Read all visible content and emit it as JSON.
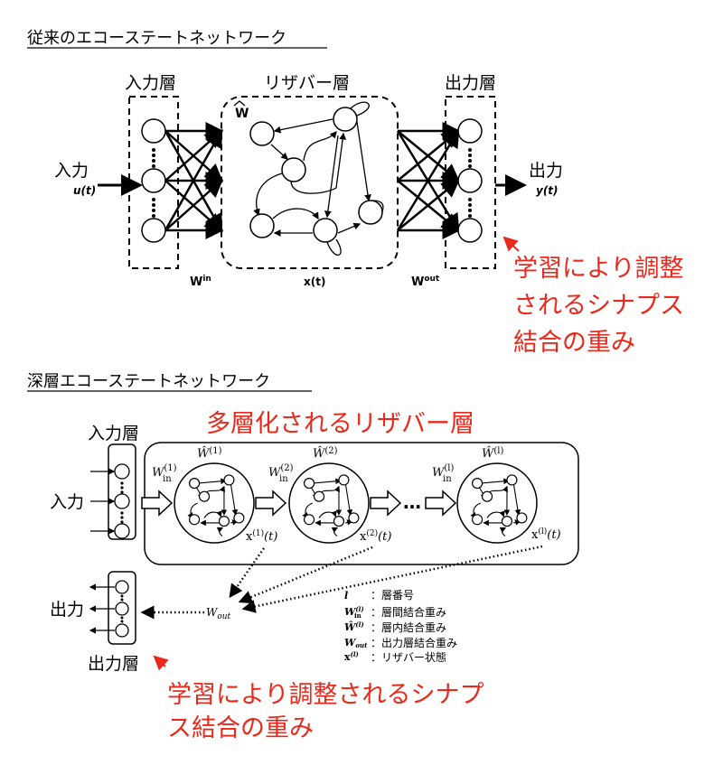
{
  "top": {
    "title": "従来のエコーステートネットワーク",
    "input_layer": "入力層",
    "reservoir_layer": "リザバー層",
    "output_layer": "出力層",
    "w_hat": "W",
    "input_label": "入力",
    "input_signal": "u(t)",
    "output_label": "出力",
    "output_signal": "y(t)",
    "w_in": {
      "base": "W",
      "sup": "in"
    },
    "state": "x(t)",
    "w_out": {
      "base": "W",
      "sup": "out"
    },
    "note_lines": [
      "学習により調整",
      "されるシナプス",
      "結合の重み"
    ]
  },
  "bottom": {
    "title": "深層エコーステートネットワーク",
    "multilayer_note": "多層化されるリザバー層",
    "input_layer": "入力層",
    "input_label": "入力",
    "output_label": "出力",
    "output_layer": "出力層",
    "layers": [
      {
        "w_hat": "Ŵ",
        "idx": "(1)",
        "w_in": "W",
        "in_sub": "in",
        "state": "x",
        "tail": "(t)"
      },
      {
        "w_hat": "Ŵ",
        "idx": "(2)",
        "w_in": "W",
        "in_sub": "in",
        "state": "x",
        "tail": "(t)"
      },
      {
        "w_hat": "Ŵ",
        "idx": "(l)",
        "w_in": "W",
        "in_sub": "in",
        "state": "x",
        "tail": "(t)"
      }
    ],
    "ellipsis": "…",
    "w_out": {
      "base": "W",
      "sub": "out"
    },
    "legend": [
      {
        "symbol": "l",
        "desc": "：層番号"
      },
      {
        "symbol": "W",
        "sup": "(l)",
        "sub": "in",
        "desc": "：層間結合重み"
      },
      {
        "symbol": "Ŵ",
        "sup": "(l)",
        "desc": "：層内結合重み"
      },
      {
        "symbol": "W",
        "sub": "out",
        "desc": "：出力層結合重み"
      },
      {
        "symbol": "x",
        "sup": "(l)",
        "desc": "：リザバー状態"
      }
    ],
    "note_lines": [
      "学習により調整されるシナプ",
      "ス結合の重み"
    ]
  },
  "colors": {
    "accent": "#e8291c",
    "ink": "#000000"
  }
}
